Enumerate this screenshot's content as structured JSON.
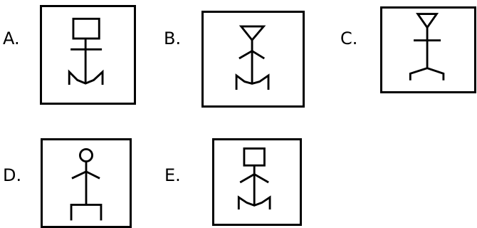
{
  "options": [
    {
      "label": "A."
    },
    {
      "label": "B."
    },
    {
      "label": "C."
    },
    {
      "label": "D."
    },
    {
      "label": "E."
    }
  ]
}
